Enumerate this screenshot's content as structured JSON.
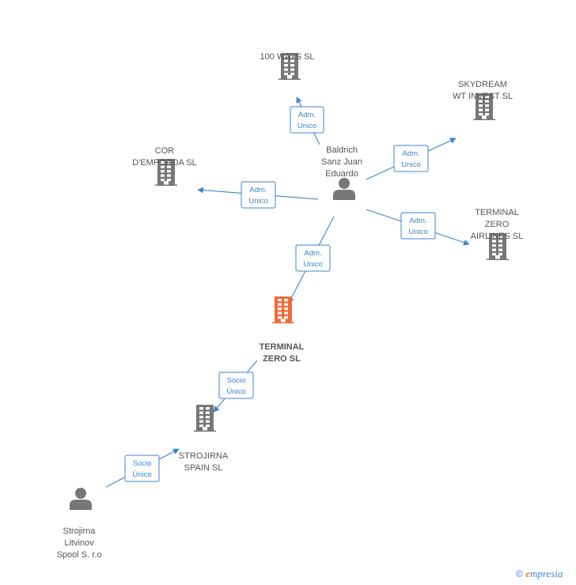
{
  "nodes": [
    {
      "id": "n100ways",
      "kind": "company",
      "lines": [
        "100 WAYS  SL"
      ]
    },
    {
      "id": "nskydream",
      "kind": "company",
      "lines": [
        "SKYDREAM",
        "WT INVEST  SL"
      ]
    },
    {
      "id": "ncor",
      "kind": "company",
      "lines": [
        "COR",
        "D'EMPORDA SL"
      ]
    },
    {
      "id": "nbaldrich",
      "kind": "person",
      "lines": [
        "Baldrich",
        "Sanz Juan",
        "Eduardo"
      ]
    },
    {
      "id": "nterminalair",
      "kind": "company",
      "lines": [
        "TERMINAL",
        "ZERO",
        "AIRLINES  SL"
      ]
    },
    {
      "id": "nterminal",
      "kind": "company-focus",
      "lines": [
        "TERMINAL",
        "ZERO  SL"
      ]
    },
    {
      "id": "nstrojspain",
      "kind": "company",
      "lines": [
        "STROJIRNA",
        "SPAIN  SL"
      ]
    },
    {
      "id": "nstrojlit",
      "kind": "person",
      "lines": [
        "Strojirna",
        "Litvinov",
        "Spool S. r.o"
      ]
    }
  ],
  "edges": [
    {
      "id": "e1",
      "from": "nbaldrich",
      "to": "n100ways",
      "lines": [
        "Adm.",
        "Unico"
      ]
    },
    {
      "id": "e2",
      "from": "nbaldrich",
      "to": "nskydream",
      "lines": [
        "Adm.",
        "Unico"
      ]
    },
    {
      "id": "e3",
      "from": "nbaldrich",
      "to": "ncor",
      "lines": [
        "Adm.",
        "Unico"
      ]
    },
    {
      "id": "e4",
      "from": "nbaldrich",
      "to": "nterminalair",
      "lines": [
        "Adm.",
        "Unico"
      ]
    },
    {
      "id": "e5",
      "from": "nbaldrich",
      "to": "nterminal",
      "lines": [
        "Adm.",
        "Unico"
      ]
    },
    {
      "id": "e6",
      "from": "nterminal",
      "to": "nstrojspain",
      "lines": [
        "Socio",
        "Único"
      ]
    },
    {
      "id": "e7",
      "from": "nstrojlit",
      "to": "nstrojspain",
      "lines": [
        "Socio",
        "Único"
      ]
    }
  ],
  "colors": {
    "company": "#777777",
    "focus": "#f26b3a",
    "person": "#777777",
    "edge": "#3d84cf"
  },
  "footer": {
    "copyright": "©",
    "brand_initial": "e",
    "brand_rest": "mpresia"
  }
}
